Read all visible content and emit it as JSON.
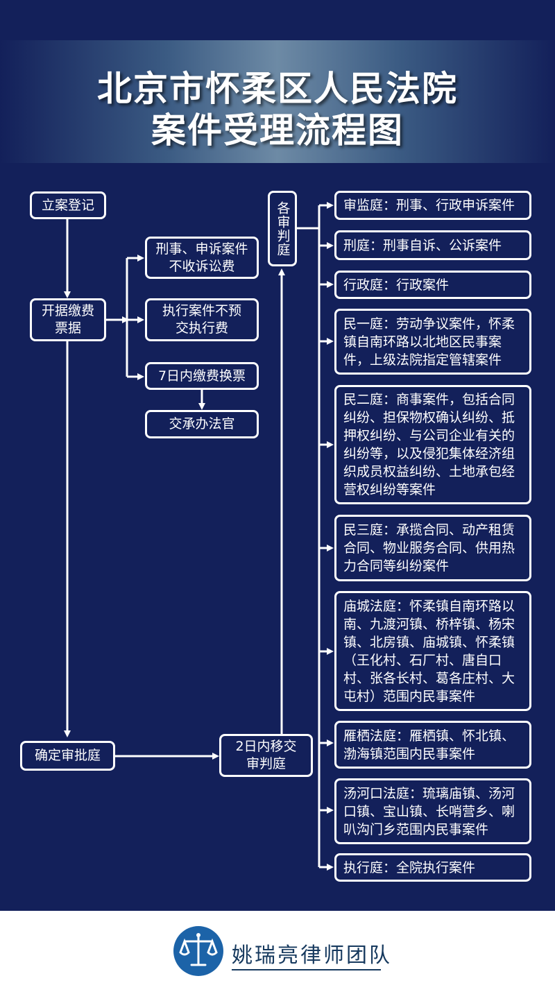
{
  "title": {
    "line1": "北京市怀柔区人民法院",
    "line2": "案件受理流程图"
  },
  "left": {
    "register": "立案登记",
    "fee_receipt": "开据缴费票据",
    "decide_court": "确定审批庭"
  },
  "middle": {
    "criminal_no_fee": "刑事、申诉案件不收诉讼费",
    "exec_no_fee": "执行案件不预交执行费",
    "exchange_7days": "7日内缴费换票",
    "to_judge": "交承办法官",
    "transfer_2days": "2日内移交审判庭"
  },
  "courts_header": "各审判庭",
  "courts": [
    "审监庭：刑事、行政申诉案件",
    "刑庭：刑事自诉、公诉案件",
    "行政庭：行政案件",
    "民一庭：劳动争议案件，怀柔镇自南环路以北地区民事案件，上级法院指定管辖案件",
    "民二庭：商事案件，包括合同纠纷、担保物权确认纠纷、抵押权纠纷、与公司企业有关的纠纷等，以及侵犯集体经济组织成员权益纠纷、土地承包经营权纠纷等案件",
    "民三庭：承揽合同、动产租赁合同、物业服务合同、供用热力合同等纠纷案件",
    "庙城法庭：怀柔镇自南环路以南、九渡河镇、桥梓镇、杨宋镇、北房镇、庙城镇、怀柔镇（王化村、石厂村、唐自口村、张各长村、葛各庄村、大屯村）范围内民事案件",
    "雁栖法庭：雁栖镇、怀北镇、渤海镇范围内民事案件",
    "汤河口法庭：琉璃庙镇、汤河口镇、宝山镇、长哨营乡、喇叭沟门乡范围内民事案件",
    "执行庭：全院执行案件"
  ],
  "footer": {
    "brand": "姚瑞亮律师团队",
    "logo_icon": "scales-justice-icon"
  },
  "colors": {
    "background": "#13205a",
    "banner_highlight": "#6d8aa5",
    "line": "#ffffff",
    "footer_bg": "#ffffff",
    "logo": "#1c63a8"
  }
}
